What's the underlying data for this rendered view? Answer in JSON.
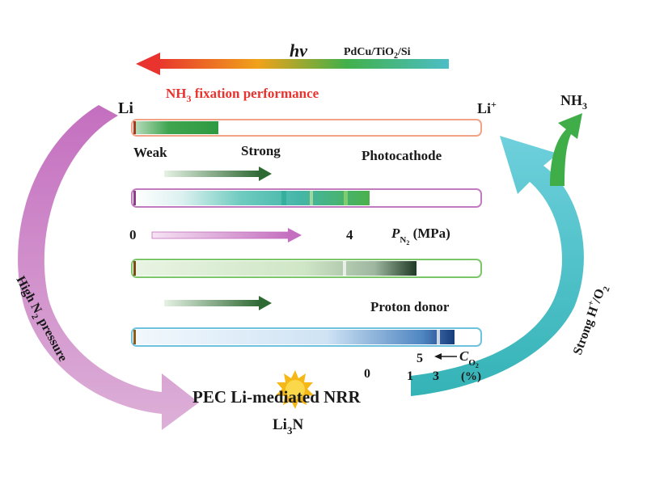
{
  "top": {
    "hv": "hv",
    "material": {
      "main": "PdCu/TiO",
      "sub": "2",
      "tail": "/Si"
    },
    "performance": {
      "pre": "NH",
      "sub": "3",
      "post": " fixation performance"
    }
  },
  "cycle": {
    "li": "Li",
    "li_plus": {
      "base": "Li",
      "sup": "+"
    },
    "nh3": {
      "base": "NH",
      "sub": "3"
    },
    "left_label": {
      "pre": "High N",
      "sub": "2",
      "post": " pressure"
    },
    "right_label": {
      "pre": "Strong H",
      "sup": "+",
      "mid": "/O",
      "sub": "2"
    },
    "bottom": "PEC Li-mediated NRR",
    "li3n": {
      "base": "Li",
      "sub": "3",
      "tail": "N"
    }
  },
  "photocathode": {
    "weak": "Weak",
    "strong": "Strong",
    "title": "Photocathode"
  },
  "pressure": {
    "min": "0",
    "max": "4",
    "p": "P",
    "sub": "N",
    "subsub": "2",
    "unit": " (MPa)"
  },
  "proton": {
    "title": "Proton donor"
  },
  "co2": {
    "ticks": [
      "0",
      "1",
      "3",
      "5"
    ],
    "c": "C",
    "sub": "O",
    "subsub": "2",
    "unit": "(%)"
  },
  "colors": {
    "magenta": "#c17bbf",
    "teal": "#49c1c9",
    "green": "#3fae49",
    "dark_green": "#2f6a35",
    "red": "#e8332e",
    "sun": "#f6b817"
  }
}
